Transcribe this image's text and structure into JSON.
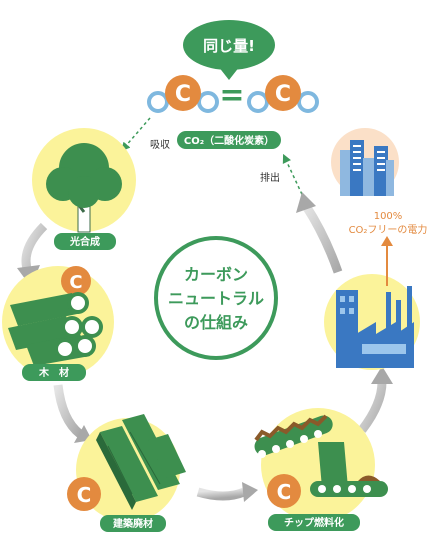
{
  "bubble": {
    "text": "同じ量!"
  },
  "equation": {
    "left_atom": "C",
    "right_atom": "C",
    "operator": "="
  },
  "co2_label": "CO₂（二酸化炭素）",
  "center": {
    "line1": "カーボン",
    "line2": "ニュートラル",
    "line3": "の仕組み"
  },
  "absorb_label": "吸収",
  "emit_label": "排出",
  "stages": {
    "photosynthesis": "光合成",
    "lumber": "木　材",
    "waste_wood": "建築廃材",
    "chip_fuel": "チップ燃料化"
  },
  "power": {
    "line1": "100%",
    "line2": "CO₂フリーの電力"
  },
  "carbon_marker": "C",
  "colors": {
    "green": "#3d9a5b",
    "dark_green": "#2f7d4a",
    "orange": "#e38a3f",
    "yellow": "#fbf39a",
    "blue_atom": "#7fb8df",
    "building_blue": "#3a78c2",
    "arrow_grey": "#b9b9b9"
  }
}
